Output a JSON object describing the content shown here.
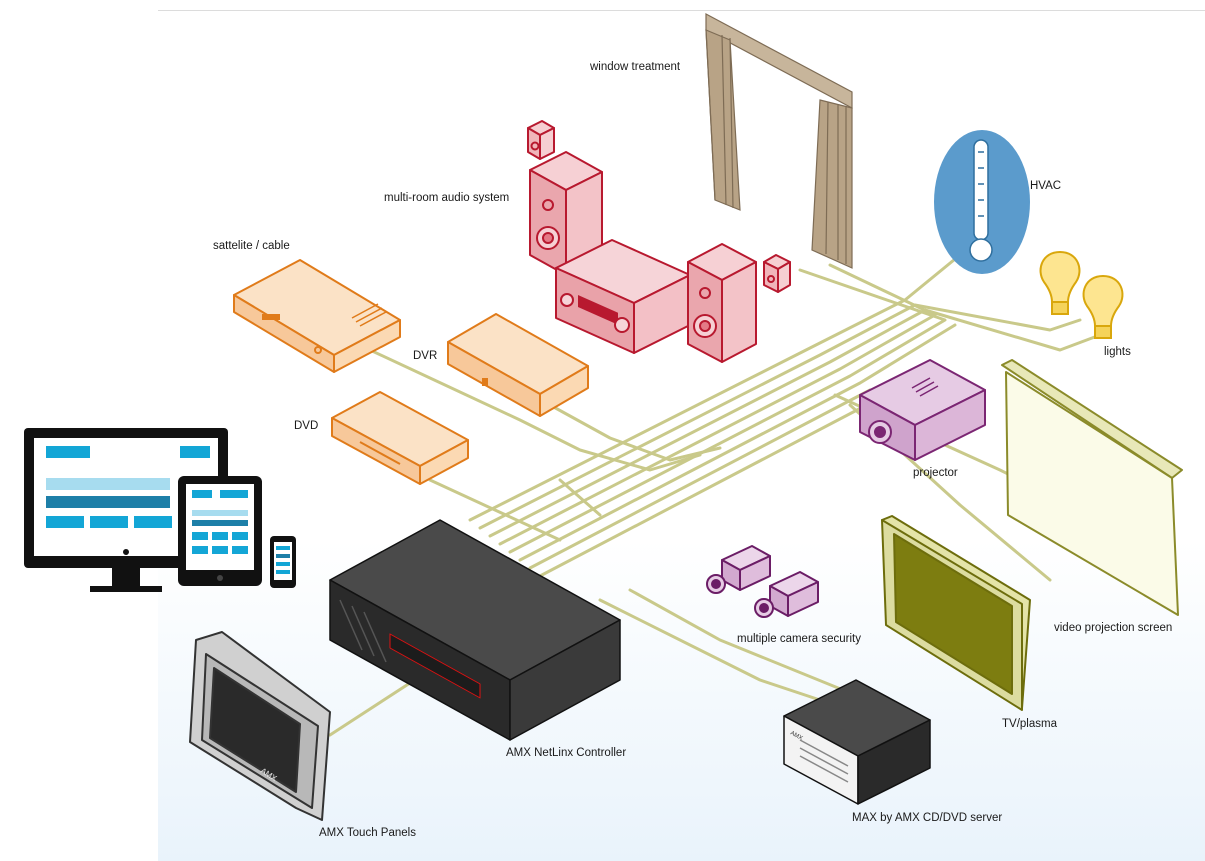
{
  "labels": {
    "window_treatment": "window treatment",
    "multi_room_audio": "multi-room audio system",
    "hvac": "HVAC",
    "satellite_cable": "sattelite / cable",
    "dvr": "DVR",
    "lights": "lights",
    "dvd": "DVD",
    "projector": "projector",
    "camera_security": "multiple camera security",
    "video_projection_screen": "video projection screen",
    "tv_plasma": "TV/plasma",
    "netlinx_controller": "AMX NetLinx Controller",
    "touch_panels": "AMX Touch Panels",
    "max_server": "MAX by AMX CD/DVD server"
  },
  "device_logos": {
    "touch_panel": "AMX",
    "max_server": "AMX"
  },
  "colors": {
    "cable": "#c9c98a",
    "satellite_dvr_dvd": "#e07b1a",
    "audio": "#c4203c",
    "projector": "#8a2a80",
    "hvac": "#4f95c8",
    "lights": "#f3c21a",
    "screen": "#8b8b2a",
    "tv": "#7d7d10",
    "controller": "#2b2b2b",
    "curtain": "#a89478",
    "devices_accent": "#13a6d6"
  }
}
